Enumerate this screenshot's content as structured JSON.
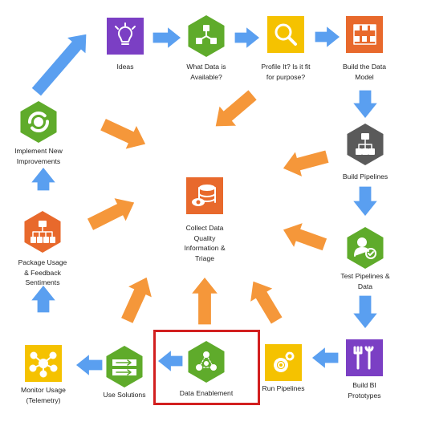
{
  "colors": {
    "purple": "#7b3fc4",
    "green": "#5fab2b",
    "yellow": "#f5c200",
    "orange": "#e8692c",
    "dark": "#5a5a5a",
    "flow_arrow": "#5a9ff0",
    "feed_arrow": "#f5973a",
    "highlight": "#d21f1f"
  },
  "nodes": [
    {
      "id": "ideas",
      "label": "Ideas",
      "icon": "lightbulb-icon"
    },
    {
      "id": "what-data",
      "label": "What Data is\nAvailable?",
      "icon": "data-network-icon"
    },
    {
      "id": "profile",
      "label": "Profile It? Is it fit\nfor purpose?",
      "icon": "magnifier-icon"
    },
    {
      "id": "build-model",
      "label": "Build the Data\nModel",
      "icon": "data-model-icon"
    },
    {
      "id": "build-pipelines",
      "label": "Build Pipelines",
      "icon": "hierarchy-icon"
    },
    {
      "id": "test-pipelines",
      "label": "Test Pipelines &\nData",
      "icon": "user-check-icon"
    },
    {
      "id": "build-bi",
      "label": "Build BI\nPrototypes",
      "icon": "tools-icon"
    },
    {
      "id": "run-pipelines",
      "label": "Run Pipelines",
      "icon": "gears-icon"
    },
    {
      "id": "data-enablement",
      "label": "Data Enablement",
      "icon": "network-triangle-icon"
    },
    {
      "id": "use-solutions",
      "label": "Use Solutions",
      "icon": "swap-arrows-icon"
    },
    {
      "id": "monitor-usage",
      "label": "Monitor Usage\n(Telemetry)",
      "icon": "hub-icon"
    },
    {
      "id": "package-usage",
      "label": "Package Usage\n& Feedback\nSentiments",
      "icon": "org-chart-icon"
    },
    {
      "id": "implement",
      "label": "Implement New\nImprovements",
      "icon": "cycle-icon"
    },
    {
      "id": "collect",
      "label": "Collect Data\nQuality\nInformation &\nTriage",
      "icon": "database-eye-icon"
    }
  ]
}
